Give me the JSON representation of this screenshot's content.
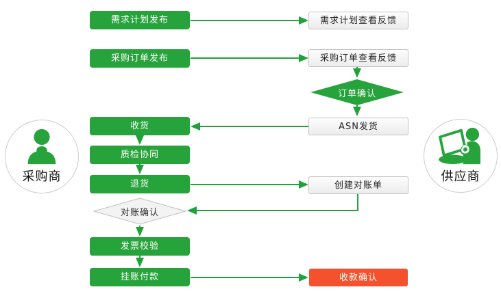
{
  "diagram_type": "flowchart",
  "colors": {
    "process_green": "#27a33c",
    "arrow_green": "#1ea23c",
    "alert_red": "#f4522e",
    "neutral_fill": "#f1f1f1",
    "neutral_border": "#c2c2c2",
    "background": "#ffffff"
  },
  "actors": {
    "buyer": {
      "label": "采购商"
    },
    "supplier": {
      "label": "供应商"
    }
  },
  "nodes": {
    "demand_plan_release": {
      "label": "需求计划发布",
      "shape": "process",
      "style": "green",
      "lane": "buyer"
    },
    "purchase_order_release": {
      "label": "采购订单发布",
      "shape": "process",
      "style": "green",
      "lane": "buyer"
    },
    "receive_goods": {
      "label": "收货",
      "shape": "process",
      "style": "green",
      "lane": "buyer"
    },
    "quality_inspection": {
      "label": "质检协同",
      "shape": "process",
      "style": "green",
      "lane": "buyer"
    },
    "return_goods": {
      "label": "退货",
      "shape": "process",
      "style": "green",
      "lane": "buyer"
    },
    "reconciliation_confirm": {
      "label": "对账确认",
      "shape": "decision",
      "style": "gray",
      "lane": "buyer"
    },
    "invoice_verification": {
      "label": "发票校验",
      "shape": "process",
      "style": "green",
      "lane": "buyer"
    },
    "pending_payment": {
      "label": "挂账付款",
      "shape": "process",
      "style": "green",
      "lane": "buyer"
    },
    "demand_plan_view_feedback": {
      "label": "需求计划查看反馈",
      "shape": "process",
      "style": "white",
      "lane": "supplier"
    },
    "purchase_order_view_feedback": {
      "label": "采购订单查看反馈",
      "shape": "process",
      "style": "white",
      "lane": "supplier"
    },
    "order_confirm": {
      "label": "订单确认",
      "shape": "decision",
      "style": "green",
      "lane": "supplier"
    },
    "asn_shipment": {
      "label": "ASN发货",
      "shape": "process",
      "style": "white",
      "lane": "supplier"
    },
    "create_reconciliation": {
      "label": "创建对账单",
      "shape": "process",
      "style": "white",
      "lane": "supplier"
    },
    "payment_receipt_confirm": {
      "label": "收款确认",
      "shape": "process",
      "style": "red",
      "lane": "supplier"
    }
  },
  "edges": [
    {
      "from": "需求计划发布",
      "to": "需求计划查看反馈"
    },
    {
      "from": "采购订单发布",
      "to": "采购订单查看反馈"
    },
    {
      "from": "采购订单查看反馈",
      "to": "订单确认"
    },
    {
      "from": "订单确认",
      "to": "ASN发货"
    },
    {
      "from": "ASN发货",
      "to": "收货"
    },
    {
      "from": "收货",
      "to": "质检协同"
    },
    {
      "from": "质检协同",
      "to": "退货"
    },
    {
      "from": "退货",
      "to": "创建对账单"
    },
    {
      "from": "创建对账单",
      "to": "对账确认"
    },
    {
      "from": "对账确认",
      "to": "发票校验"
    },
    {
      "from": "发票校验",
      "to": "挂账付款"
    },
    {
      "from": "挂账付款",
      "to": "收款确认"
    }
  ]
}
